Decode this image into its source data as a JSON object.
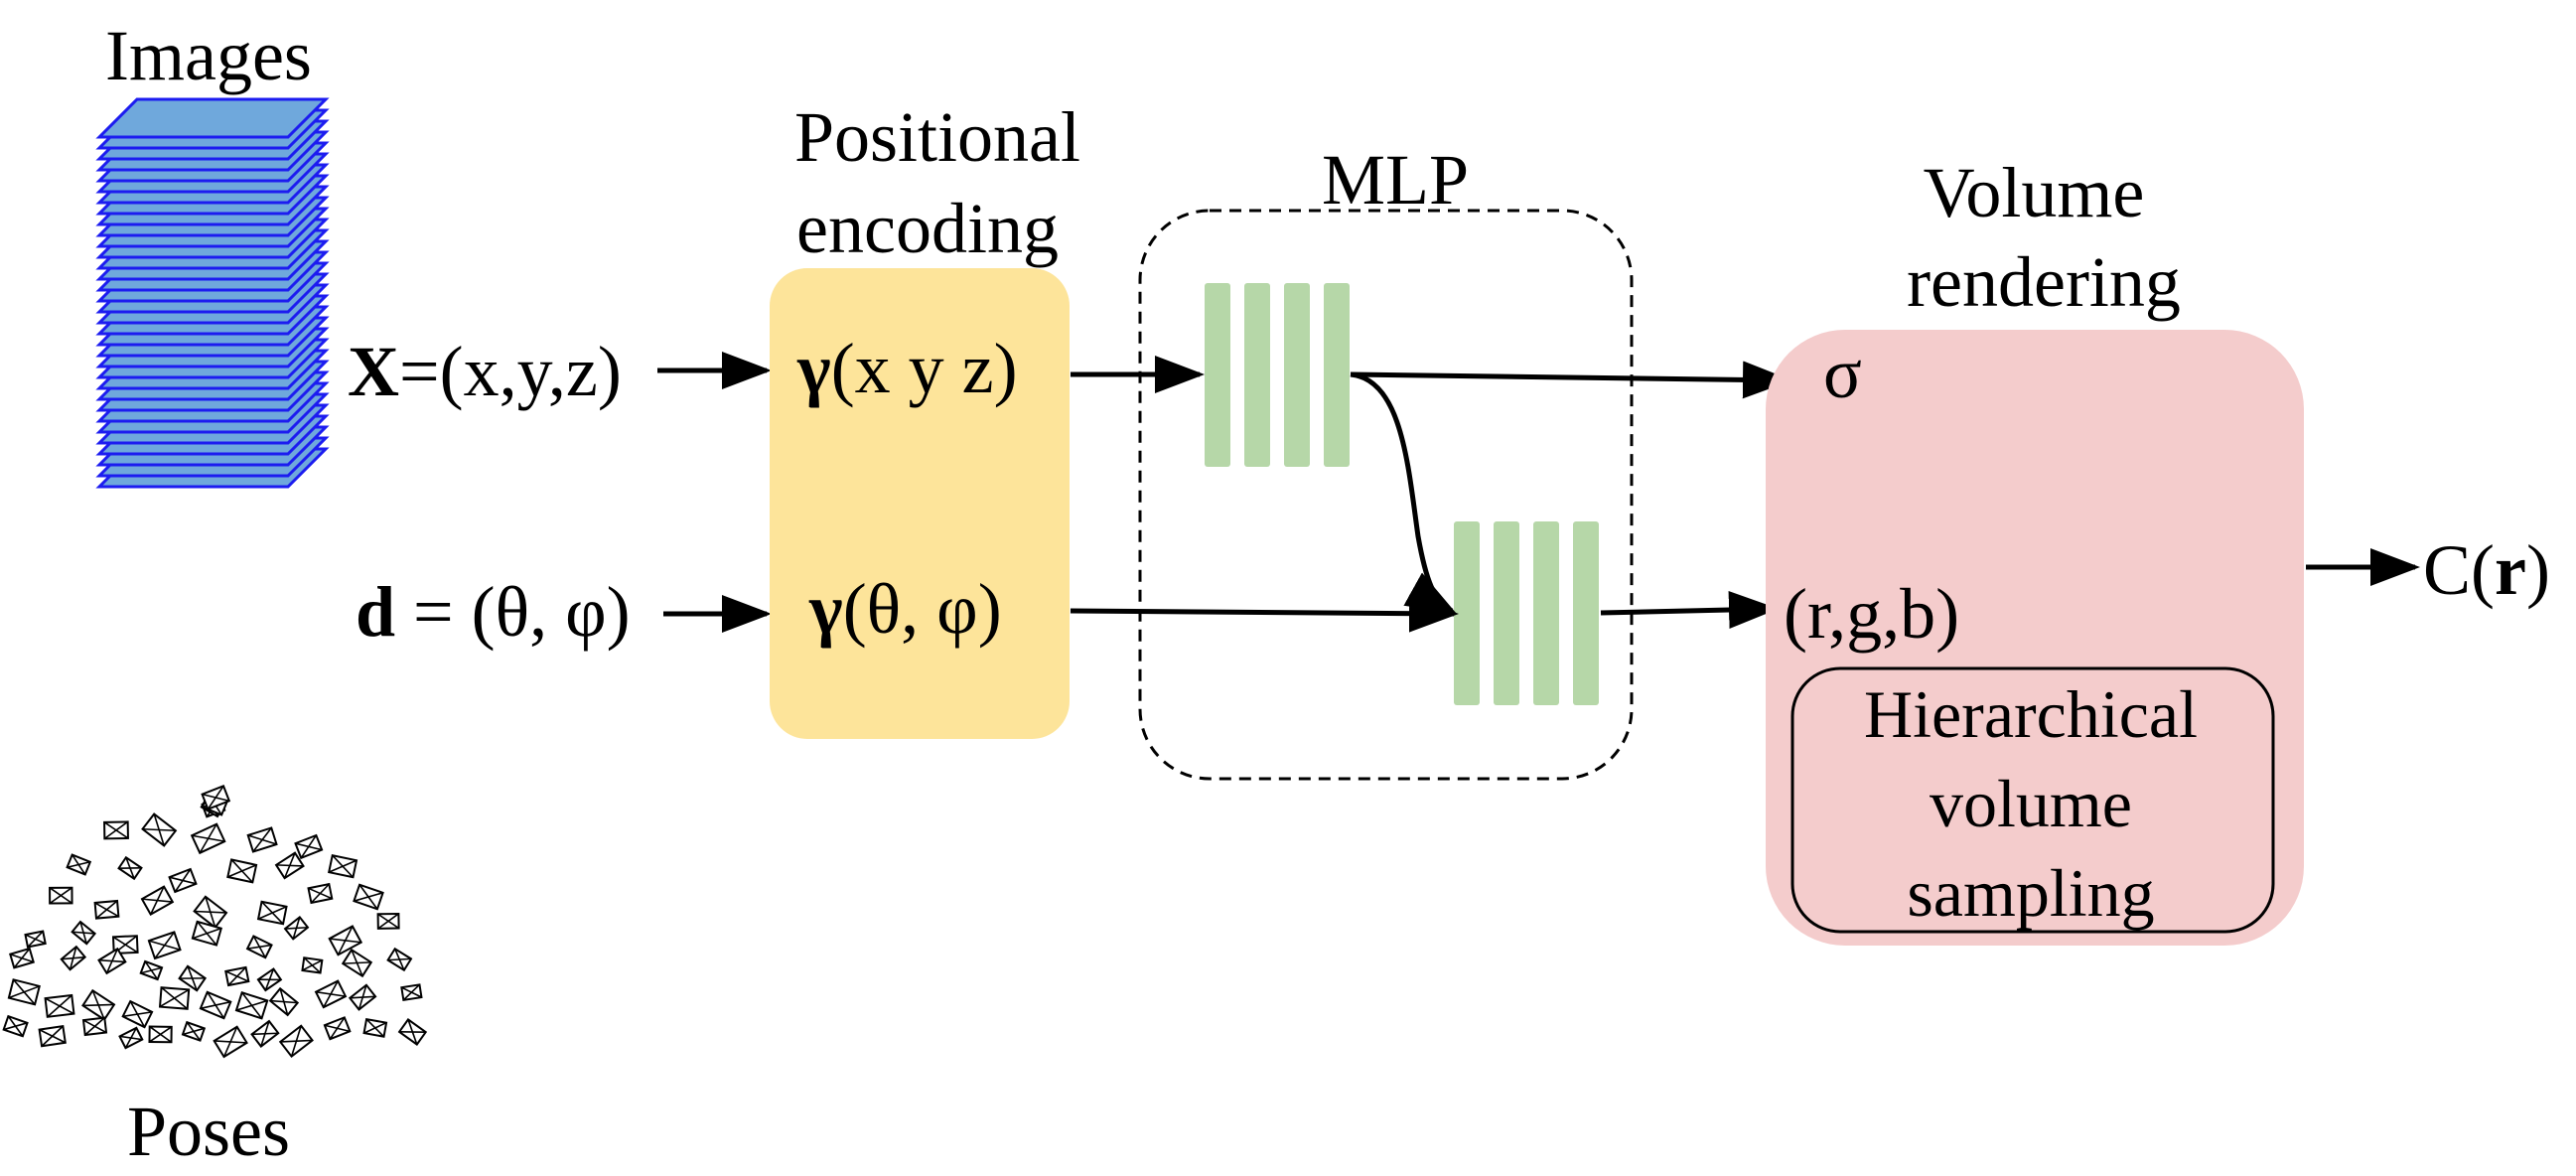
{
  "labels": {
    "images": "Images",
    "poses": "Poses",
    "positional": "Positional",
    "encoding": "encoding",
    "mlp": "MLP",
    "volume": "Volume",
    "rendering": "rendering",
    "hier_1": "Hierarchical",
    "hier_2": "volume",
    "hier_3": "sampling"
  },
  "inputs": {
    "position_symbol": "X",
    "position_rest": "=(x,y,z)",
    "direction_symbol": "d",
    "direction_rest": " = (θ, φ)"
  },
  "encodings": {
    "gamma": "γ",
    "position_args": "(x y z)",
    "direction_args": "(θ, φ)"
  },
  "outputs": {
    "sigma": "σ",
    "rgb": "(r,g,b)",
    "color_prefix": "C(",
    "color_bold": "r",
    "color_suffix": ")"
  },
  "colors": {
    "image_stack_fill": "#6fa8dc",
    "image_stack_stroke": "#1c1cf0",
    "encoding_box": "#fde49a",
    "mlp_layer": "#b6d7a8",
    "render_box": "#f4cccc"
  }
}
